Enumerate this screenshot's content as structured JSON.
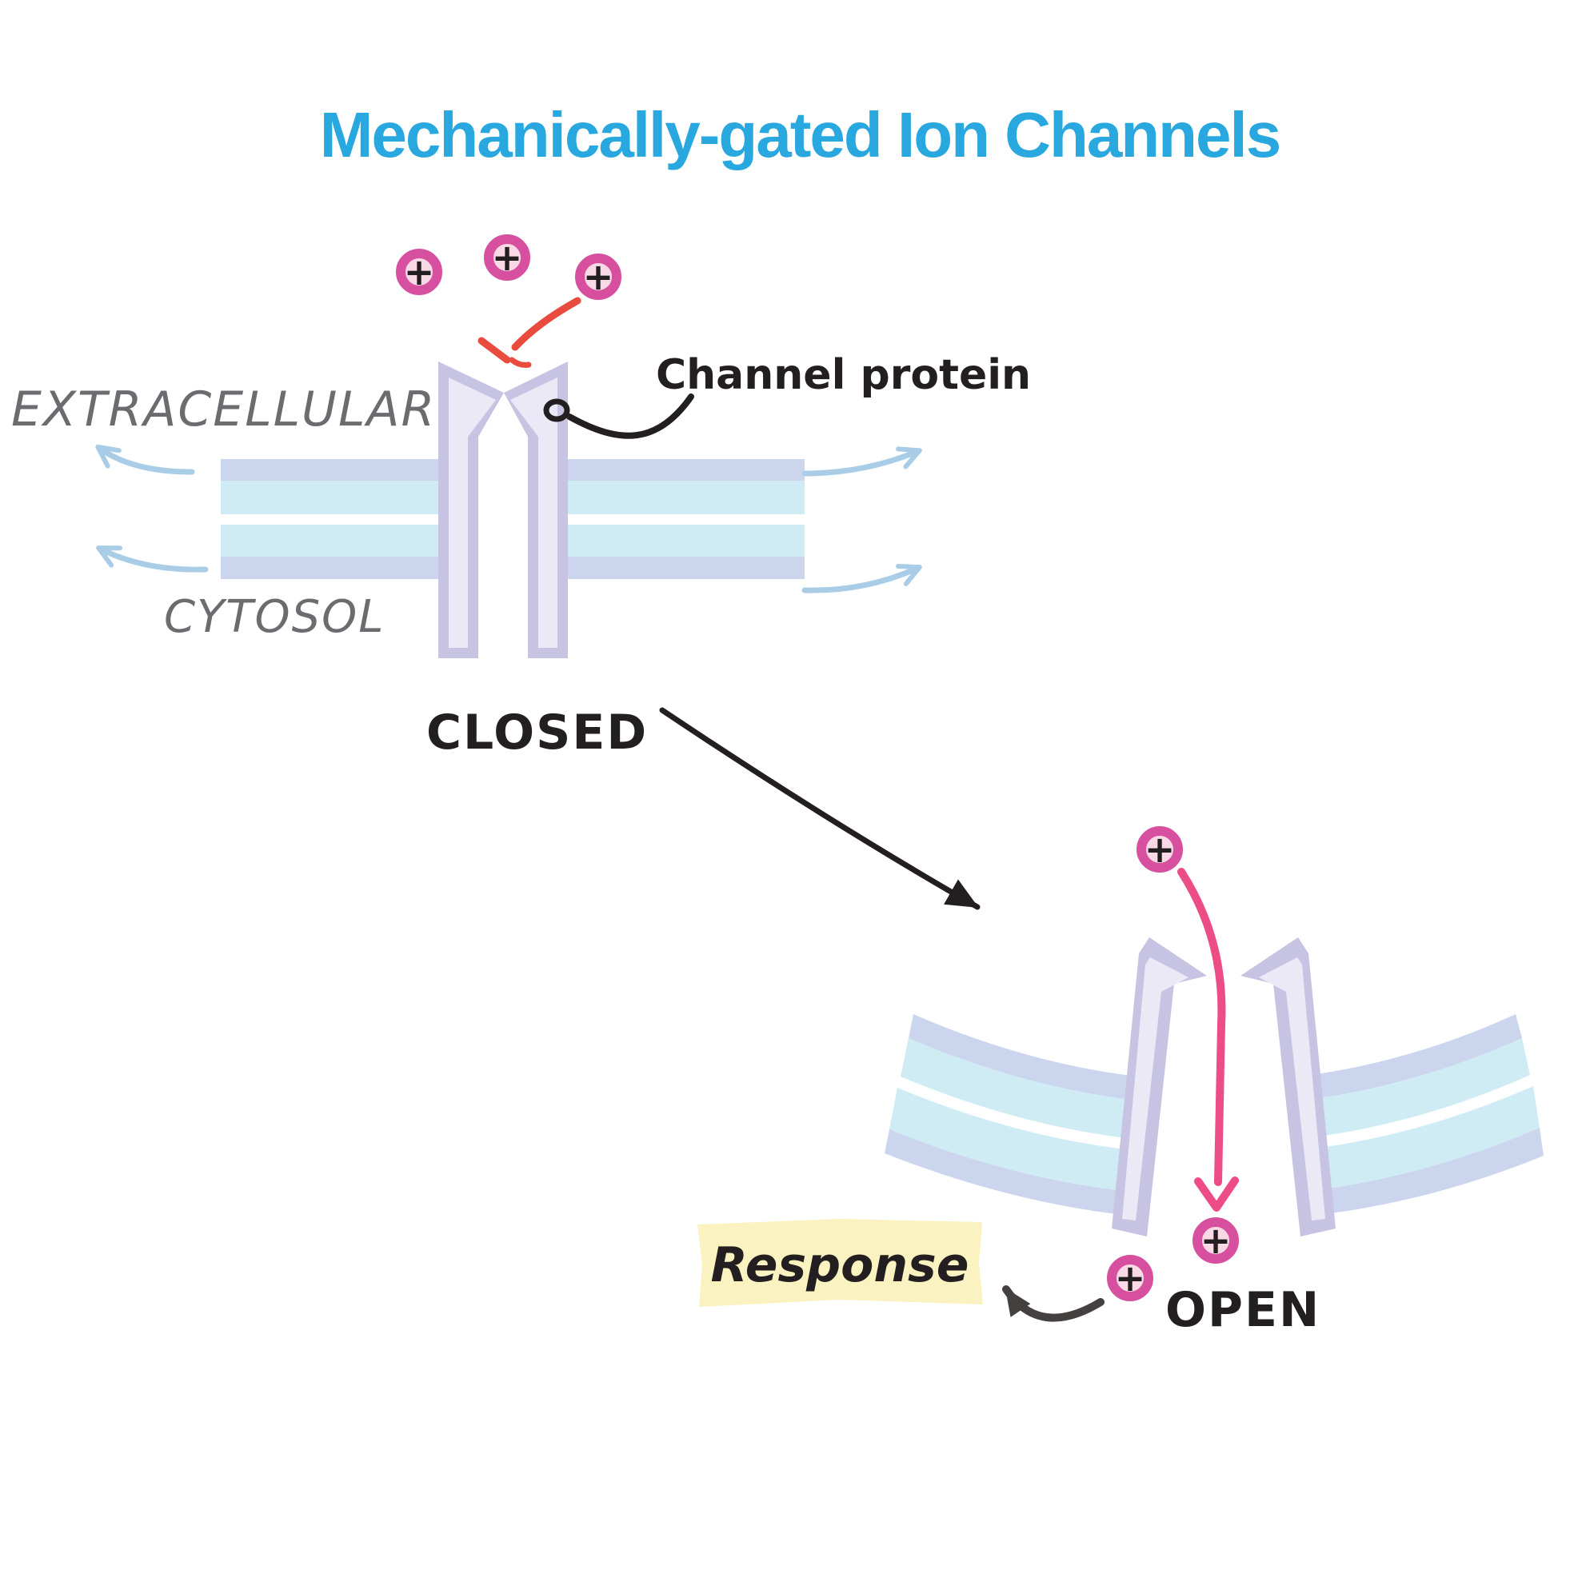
{
  "title": "Mechanically-gated Ion Channels",
  "colors": {
    "titleBlue": "#29a8e0",
    "labelGray": "#6a6c70",
    "ink": "#231f20",
    "darkArrow": "#454040",
    "red": "#e94b3f",
    "pink": "#ed4d87",
    "ionRing": "#d6509f",
    "ionInner": "#f9d9e6",
    "lavender": "#c6c4e2",
    "lavenderLight": "#eae9f5",
    "periwinkle": "#cbd6ee",
    "cyanBand": "#cfecf5",
    "blueArrow": "#a9cde7",
    "highlightYellow": "#faf2c0",
    "background": "#ffffff"
  },
  "closed": {
    "region_top_label": "EXTRACELLULAR",
    "region_bottom_label": "CYTOSOL",
    "protein_label": "Channel protein",
    "state_label": "CLOSED",
    "ion_symbol": "+"
  },
  "open": {
    "state_label": "OPEN",
    "response_label": "Response",
    "ion_symbol": "+"
  }
}
